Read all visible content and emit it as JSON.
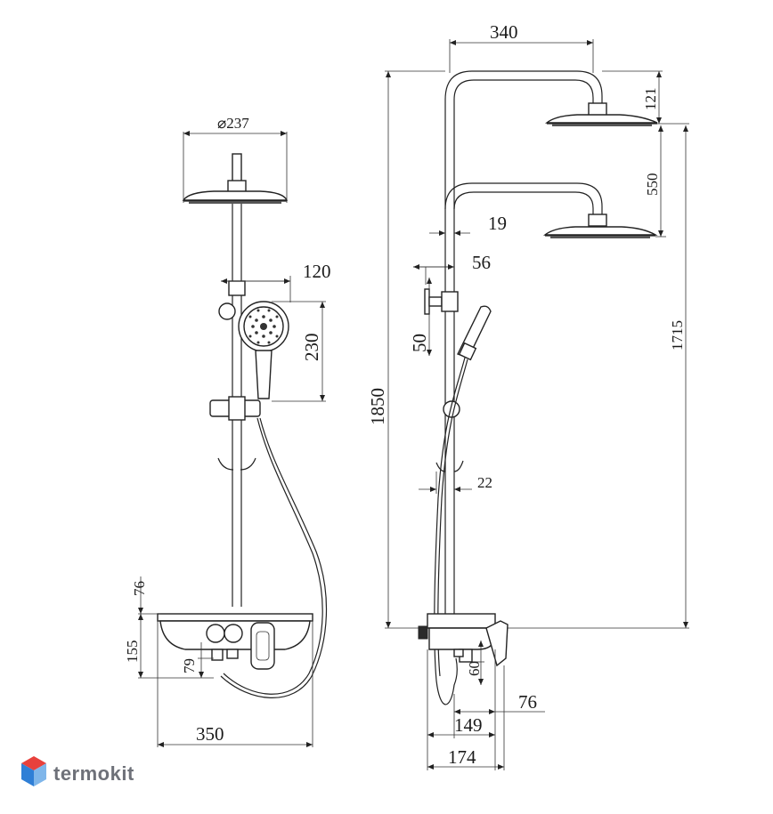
{
  "dimensions": {
    "head_diameter": "⌀237",
    "handshower_offset": "120",
    "handshower_height": "230",
    "shelf_top": "76",
    "shelf_height": "155",
    "outlet_height": "79",
    "shelf_width": "350",
    "arm_length": "340",
    "head_drop": "121",
    "heads_distance": "550",
    "head_spacing": "1715",
    "total_height": "1850",
    "pipe_offset": "19",
    "bracket_depth": "56",
    "bracket_height": "50",
    "hook_offset": "22",
    "spout_height": "60",
    "spout_depth": "76",
    "mixer_depth": "149",
    "total_depth": "174"
  },
  "logo": {
    "text": "termokit",
    "colors": {
      "top": "#e8413c",
      "left": "#2f7fd6",
      "right": "#7fb6ea"
    }
  }
}
